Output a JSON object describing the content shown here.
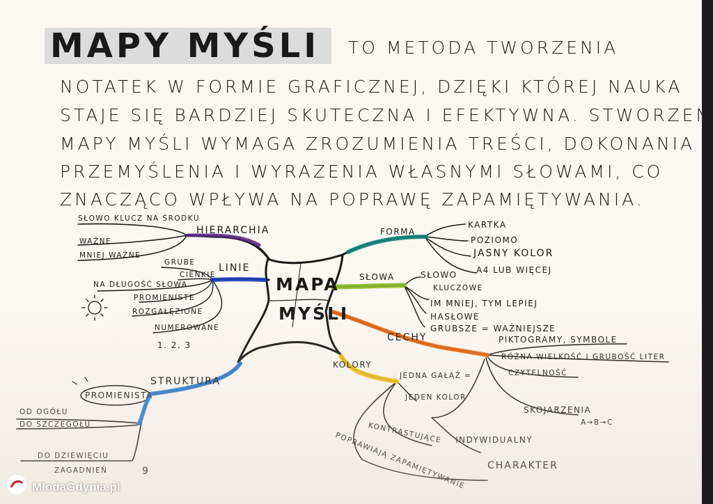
{
  "title": {
    "main": "MAPY MYŚLI",
    "rest": "TO METODA TWORZENIA"
  },
  "intro_lines": [
    "NOTATEK W FORMIE GRAFICZNEJ, DZIĘKI KTÓREJ NAUKA",
    "STAJE SIĘ BARDZIEJ SKUTECZNA I EFEKTYWNA. STWORZENIE",
    "MAPY MYŚLI WYMAGA ZROZUMIENIA TREŚCI, DOKONANIA ICH",
    "PRZEMYŚLENIA I WYRAZENIA WŁASNYMI SŁOWAMI, CO",
    "ZNACZĄCO WPŁYWA NA POPRAWĘ ZAPAMIĘTYWANIA."
  ],
  "center": {
    "line1": "MAPA",
    "line2": "MYŚLI"
  },
  "branches": {
    "hierarchia": {
      "label": "HIERARCHIA",
      "color": "#5b2a86",
      "items": [
        "SŁOWO KLUCZ NA ŚRODKU",
        "WAŻNE",
        "MNIEJ WAŻNE"
      ]
    },
    "linie": {
      "label": "LINIE",
      "color": "#1d3fbf",
      "items": [
        "GRUBE",
        "CIENKIE",
        "NA DŁUGOŚĆ SŁOWA",
        "PROMIENISTE",
        "ROZGAŁĘZIONE",
        "NUMEROWANE"
      ],
      "numbering": "1. 2. 3"
    },
    "struktura": {
      "label": "STRUKTURA",
      "color": "#2f7fd6",
      "bubble": "PROMIENISTA",
      "items": [
        "OD OGÓŁU",
        "DO SZCZEGÓŁU",
        "DO DZIEWIĘCIU",
        "ZAGADNIEŃ"
      ],
      "number": "9"
    },
    "forma": {
      "label": "FORMA",
      "color": "#12877a",
      "items": [
        "KARTKA",
        "POZIOMO",
        "JASNY KOLOR",
        "A4 LUB WIĘCEJ"
      ]
    },
    "slowa": {
      "label": "SŁOWA",
      "color": "#8bbf2a",
      "items": [
        "SŁOWO",
        "KLUCZOWE",
        "IM MNIEJ, TYM LEPIEJ",
        "HASŁOWE",
        "GRUBSZE = WAŻNIEJSZE"
      ]
    },
    "cechy": {
      "label": "CECHY",
      "color": "#ee6a12",
      "items": [
        "PIKTOGRAMY, SYMBOLE",
        "RÓŻNA WIELKOŚĆ I GRUBOŚĆ LITER",
        "CZYTELNOŚĆ",
        "SKOJARZENIA",
        "INDYWIDUALNY",
        "CHARAKTER"
      ],
      "arrows": "A→B→C"
    },
    "kolory": {
      "label": "KOLORY",
      "color": "#f3c417",
      "items": [
        "JEDNA GAŁĄŹ =",
        "JEDEN KOLOR",
        "KONTRASTUJĄCE",
        "POPRAWIAJĄ ZAPAMIĘTYWANIE"
      ]
    }
  },
  "watermark": {
    "text": "MlodaGdynia.pl"
  },
  "colors": {
    "paper": "#fbf7f2",
    "ink": "#1a1a1a",
    "highlight": "#dcdcdc",
    "background": "#1c1b1f"
  }
}
